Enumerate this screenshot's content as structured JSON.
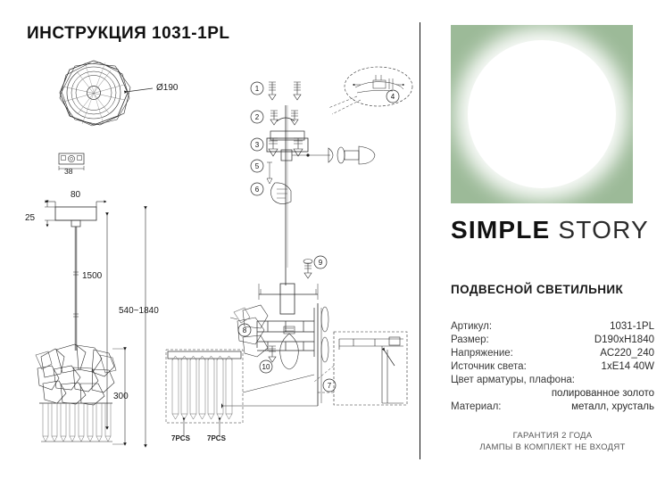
{
  "document": {
    "title": "ИНСТРУКЦИЯ 1031-1PL"
  },
  "brand": {
    "word_bold": "SIMPLE",
    "word_light": "STORY",
    "accent_color": "#9cba98",
    "product_type": "ПОДВЕСНОЙ СВЕТИЛЬНИК"
  },
  "spec": {
    "rows": [
      {
        "label": "Артикул:",
        "value": "1031-1PL"
      },
      {
        "label": "Размер:",
        "value": "D190xH1840"
      },
      {
        "label": "Напряжение:",
        "value": "AC220_240"
      },
      {
        "label": "Источник света:",
        "value": "1xE14 40W"
      }
    ],
    "color_label": "Цвет арматуры, плафона:",
    "color_value": "полированное золото",
    "material_label": "Материал:",
    "material_value": "металл, хрусталь"
  },
  "footer": {
    "line1": "ГАРАНТИЯ 2 ГОДА",
    "line2": "ЛАМПЫ В КОМПЛЕКТ НЕ ВХОДЯТ"
  },
  "drawing": {
    "diameter_label": "Ø190",
    "canopy_width": "80",
    "canopy_height": "25",
    "terminal_width": "38",
    "drop_length": "1500",
    "total_range": "540~1840",
    "shade_height": "300",
    "strand_left": "7PCS",
    "strand_right": "7PCS",
    "callouts": [
      "1",
      "2",
      "3",
      "4",
      "5",
      "6",
      "7",
      "8",
      "9",
      "10"
    ]
  }
}
